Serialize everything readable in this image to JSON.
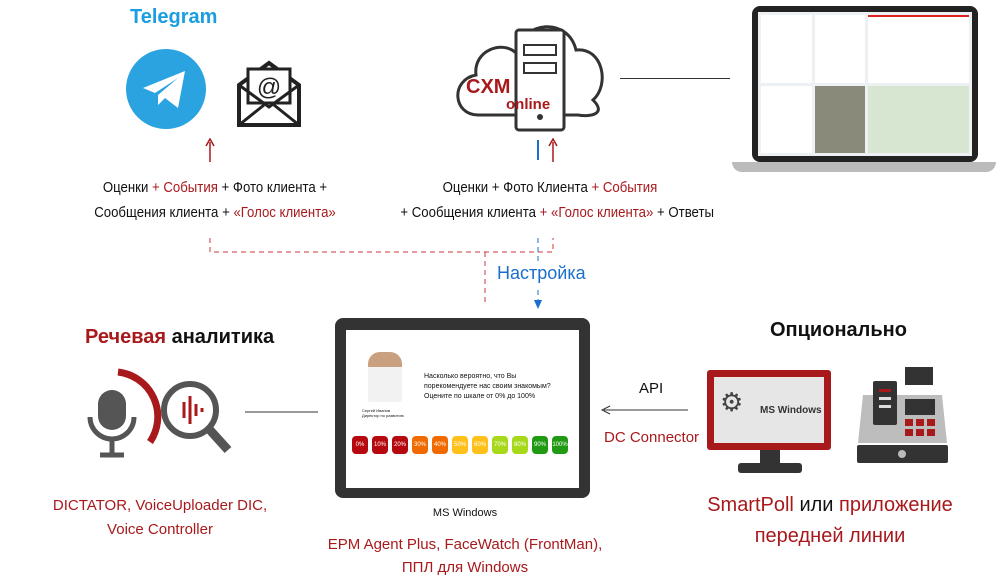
{
  "telegram": {
    "title": "Telegram"
  },
  "left_block": {
    "line1_a": "Оценки ",
    "line1_b": "+ События",
    "line1_c": " + Фото клиента +",
    "line2_a": "Сообщения клиента + ",
    "line2_b": "«Голос клиента»"
  },
  "cloud": {
    "brand1": "CXM",
    "brand2": "online"
  },
  "center_block": {
    "line1_a": "Оценки + Фото Клиента ",
    "line1_b": "+ События",
    "line2_a": "+ Сообщения клиента ",
    "line2_b": "+ «Голос клиента»",
    "line2_c": " + Ответы"
  },
  "setup_label": "Настройка",
  "speech": {
    "title_a": "Речевая",
    "title_b": " аналитика",
    "products_1": "DICTATOR, VoiceUploader DIC,",
    "products_2": "Voice Controller"
  },
  "tablet": {
    "question": "Насколько вероятно, что Вы порекомендуете нас своим знакомым? Оцените по шкале от 0% до 100%",
    "person_name": "Сергей Иванов",
    "person_title": "Директор по развитию",
    "scale": [
      {
        "label": "0%",
        "color": "#b5090f"
      },
      {
        "label": "10%",
        "color": "#b5090f"
      },
      {
        "label": "20%",
        "color": "#b5090f"
      },
      {
        "label": "30%",
        "color": "#f06a00"
      },
      {
        "label": "40%",
        "color": "#f06a00"
      },
      {
        "label": "50%",
        "color": "#ffc01a"
      },
      {
        "label": "60%",
        "color": "#ffc01a"
      },
      {
        "label": "70%",
        "color": "#a8d81a"
      },
      {
        "label": "80%",
        "color": "#a8d81a"
      },
      {
        "label": "90%",
        "color": "#1f9a12"
      },
      {
        "label": "100%",
        "color": "#1f9a12"
      }
    ],
    "os": "MS Windows",
    "products_1": "EPM Agent Plus, FaceWatch (FrontMan),",
    "products_2": "ППЛ для Windows"
  },
  "optional": {
    "title": "Опционально",
    "monitor_label": "MS Windows",
    "api": "API",
    "connector": "DC Connector",
    "line1_a": "SmartPoll",
    "line1_b": " или ",
    "line1_c": "приложение",
    "line2": "передней линии"
  }
}
